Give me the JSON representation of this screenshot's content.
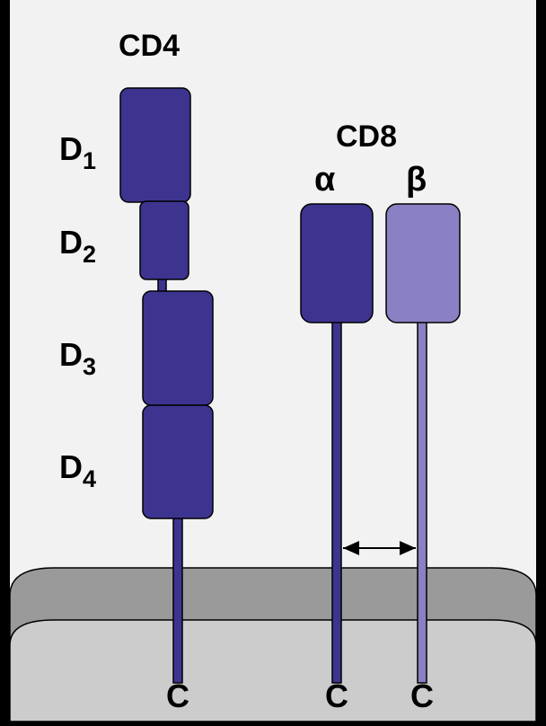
{
  "colors": {
    "background": "#000000",
    "panel": "#f2f2f2",
    "membrane_outer": "#9a9a9a",
    "membrane_inner": "#cccccc",
    "cd4_domain": "#3d3490",
    "cd8_alpha": "#3d3490",
    "cd8_beta": "#8a80c4",
    "stroke": "#000000"
  },
  "cd4": {
    "title": "CD4",
    "domains": [
      {
        "letter": "D",
        "sub": "1"
      },
      {
        "letter": "D",
        "sub": "2"
      },
      {
        "letter": "D",
        "sub": "3"
      },
      {
        "letter": "D",
        "sub": "4"
      }
    ],
    "c_terminus": "C"
  },
  "cd8": {
    "title": "CD8",
    "alpha": {
      "symbol": "α",
      "c_terminus": "C"
    },
    "beta": {
      "symbol": "β",
      "c_terminus": "C"
    }
  }
}
